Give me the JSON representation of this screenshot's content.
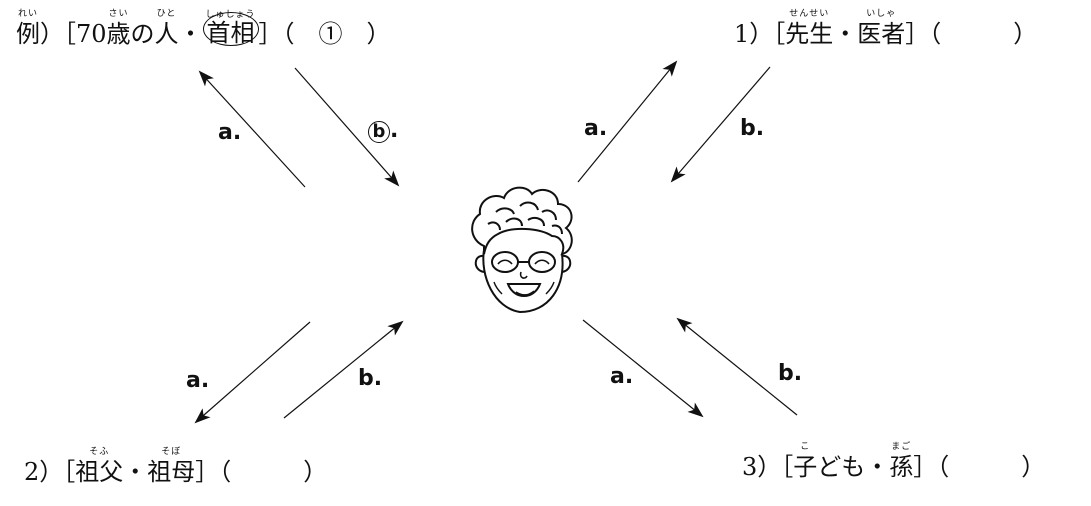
{
  "example": {
    "prefix": "例",
    "prefix_ruby": "れい",
    "open": "）［70",
    "w1": "歳",
    "w1_ruby": "さい",
    "mid": "の",
    "w2": "人",
    "w2_ruby": "ひと",
    "dot": "・",
    "w3": "首相",
    "w3_ruby": "しゅしょう",
    "close": "］（　①　）"
  },
  "q1": {
    "num": "1）［",
    "w1": "先生",
    "w1_ruby": "せんせい",
    "dot": "・",
    "w2": "医者",
    "w2_ruby": "いしゃ",
    "close": "］（　　　）"
  },
  "q2": {
    "num": "2）［",
    "w1": "祖父",
    "w1_ruby": "そふ",
    "dot": "・",
    "w2": "祖母",
    "w2_ruby": "そぼ",
    "close": "］（　　　）"
  },
  "q3": {
    "num": "3）［",
    "w1": "子",
    "w1_ruby": "こ",
    "mid": "ども",
    "dot": "・",
    "w2": "孫",
    "w2_ruby": "まご",
    "close": "］（　　　）"
  },
  "labels": {
    "a": "a.",
    "b": "b",
    "b_dot": "."
  },
  "colors": {
    "ink": "#111111",
    "background": "#ffffff"
  }
}
